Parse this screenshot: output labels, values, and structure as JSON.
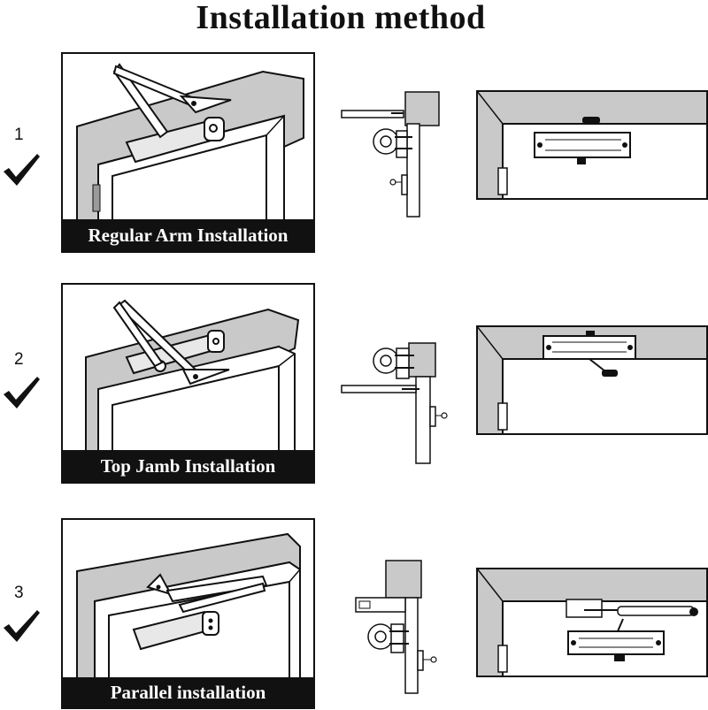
{
  "title": "Installation method",
  "methods": [
    {
      "number": "1",
      "caption": "Regular Arm Installation"
    },
    {
      "number": "2",
      "caption": "Top Jamb Installation"
    },
    {
      "number": "3",
      "caption": "Parallel installation"
    }
  ],
  "colors": {
    "wall": "#c9c9c9",
    "ink": "#111111",
    "caption_bg": "#111111",
    "caption_text": "#ffffff"
  },
  "icons": {
    "check": "checkmark-icon"
  }
}
